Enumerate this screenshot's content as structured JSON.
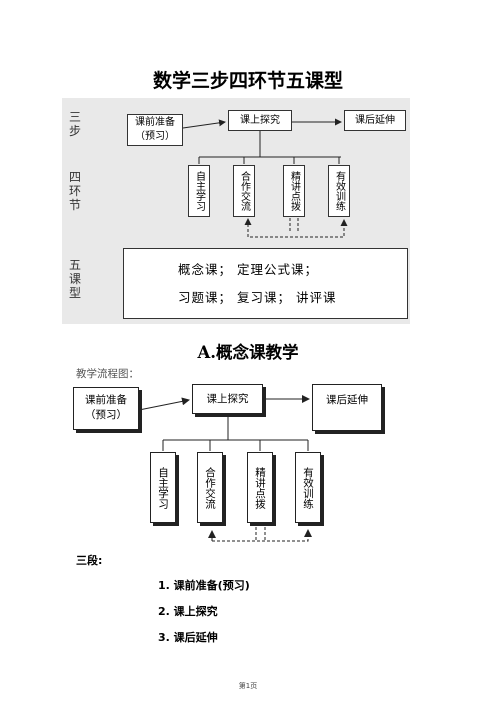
{
  "document": {
    "title": "数学三步四环节五课型",
    "diagram1": {
      "side_labels": {
        "three": "三步",
        "four": "四环节",
        "five": "五课型"
      },
      "steps": {
        "pre": "课前准备",
        "pre_sub": "（预习）",
        "class": "课上探究",
        "post": "课后延伸"
      },
      "links": [
        "自主学习",
        "合作交流",
        "精讲点拨",
        "有效训练"
      ],
      "types_line1": "概念课；  定理公式课；",
      "types_line2": "习题课；  复习课；  讲评课"
    },
    "section_a_title": "A.概念课教学",
    "flow_label": "教学流程图：",
    "diagram2": {
      "steps": {
        "pre": "课前准备",
        "pre_sub": "（预习）",
        "class": "课上探究",
        "post": "课后延伸"
      },
      "links": [
        "自主学习",
        "合作交流",
        "精讲点拨",
        "有效训练"
      ]
    },
    "three_stages_label": "三段:",
    "stages": [
      "1.  课前准备(预习)",
      "2.  课上探究",
      "3.  课后延伸"
    ],
    "footer": "第1页"
  }
}
